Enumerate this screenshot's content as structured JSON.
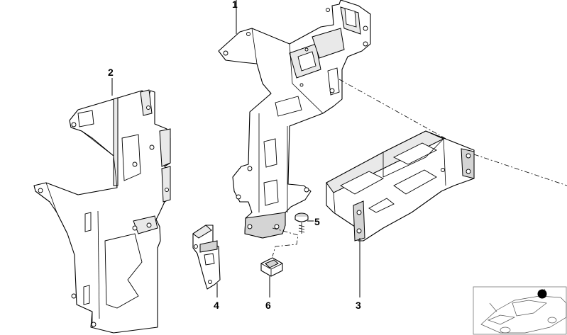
{
  "diagram": {
    "callouts": [
      "1",
      "2",
      "3",
      "4",
      "5",
      "6"
    ]
  },
  "colors": {
    "line": "#000000",
    "background": "#ffffff",
    "shade": "#e9e9e9",
    "locator_dot": "#000000"
  },
  "icons": {
    "locator": "car-outline-icon"
  }
}
